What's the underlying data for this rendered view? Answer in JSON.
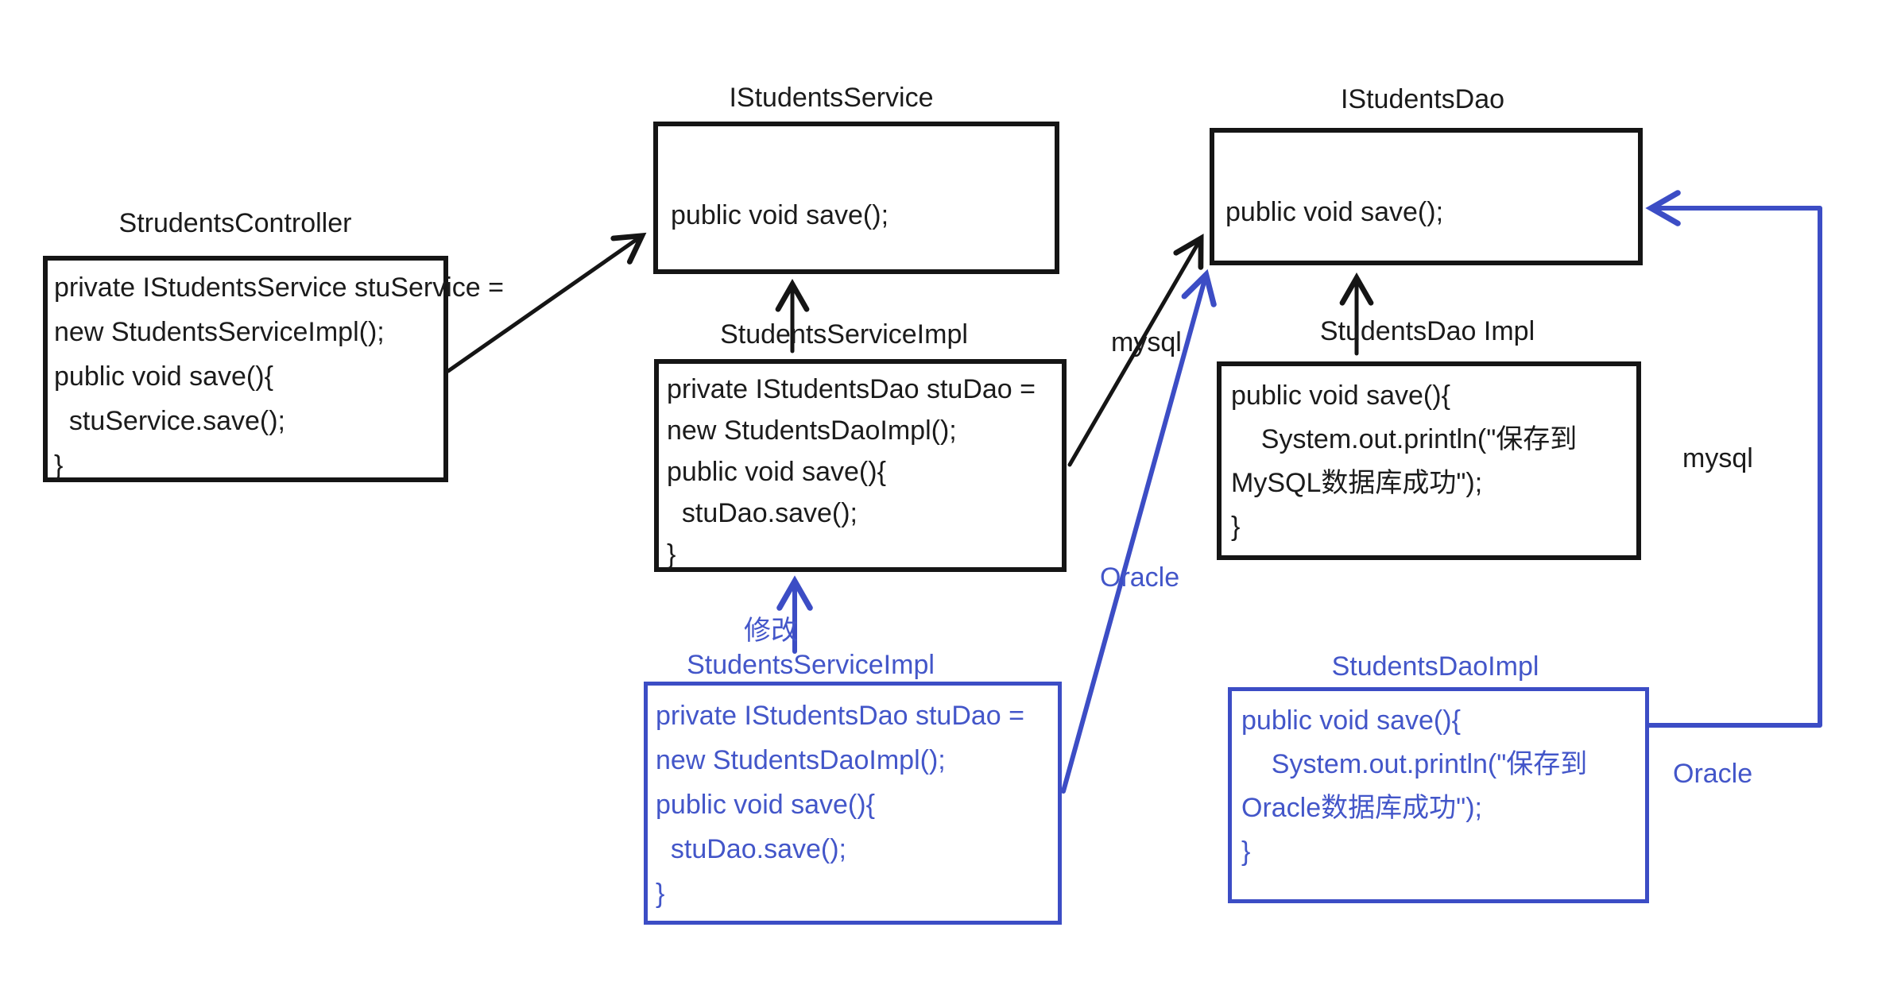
{
  "colors": {
    "ink": "#151515",
    "blue_stroke": "#3c4dc5",
    "blue_text": "#4356c9",
    "background": "#ffffff"
  },
  "boxes": {
    "controller": {
      "label": "StrudentsController",
      "lines": [
        "private IStudentsService stuService =",
        "new StudentsServiceImpl();",
        "public void save(){",
        "  stuService.save();",
        "}"
      ]
    },
    "service_interface": {
      "label": "IStudentsService",
      "lines": [
        "public void save();"
      ]
    },
    "service_impl": {
      "label": "StudentsServiceImpl",
      "lines": [
        "private IStudentsDao stuDao =",
        "new StudentsDaoImpl();",
        "public void save(){",
        "  stuDao.save();",
        "}"
      ]
    },
    "dao_interface": {
      "label": "IStudentsDao",
      "lines": [
        "public void save();"
      ]
    },
    "dao_impl_mysql": {
      "label": "StudentsDao Impl",
      "lines": [
        "public void save(){",
        "    System.out.println(\"保存到",
        "MySQL数据库成功\");",
        "}"
      ]
    },
    "service_impl_oracle": {
      "label": "StudentsServiceImpl",
      "lines": [
        "private IStudentsDao stuDao =",
        "new StudentsDaoImpl();",
        "public void save(){",
        "  stuDao.save();",
        "}"
      ]
    },
    "dao_impl_oracle": {
      "label": "StudentsDaoImpl",
      "lines": [
        "public void save(){",
        "    System.out.println(\"保存到",
        "Oracle数据库成功\");",
        "}"
      ]
    }
  },
  "annotations": {
    "modify": "修改",
    "mysql_mid": "mysql",
    "oracle_mid": "Oracle",
    "mysql_right": "mysql",
    "oracle_right": "Oracle"
  }
}
